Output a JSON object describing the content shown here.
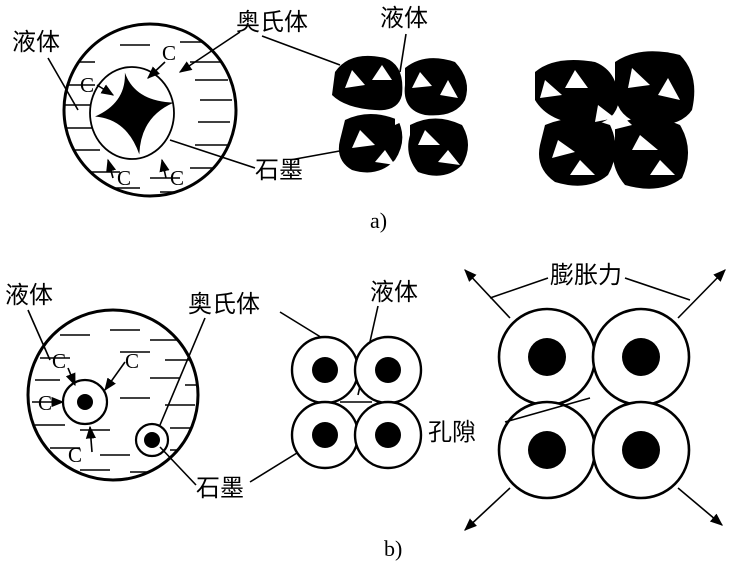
{
  "panel_a": {
    "caption": "a)",
    "labels": {
      "liquid_left": "液体",
      "austenite": "奥氏体",
      "liquid_right": "液体",
      "graphite": "石墨"
    },
    "carbon_marks": [
      "C",
      "C",
      "C",
      "C"
    ]
  },
  "panel_b": {
    "caption": "b)",
    "labels": {
      "liquid_left": "液体",
      "austenite": "奥氏体",
      "liquid_mid": "液体",
      "graphite": "石墨",
      "expansion_force": "膨胀力",
      "pores": "孔隙"
    },
    "carbon_marks": [
      "C",
      "C",
      "C",
      "C"
    ]
  }
}
